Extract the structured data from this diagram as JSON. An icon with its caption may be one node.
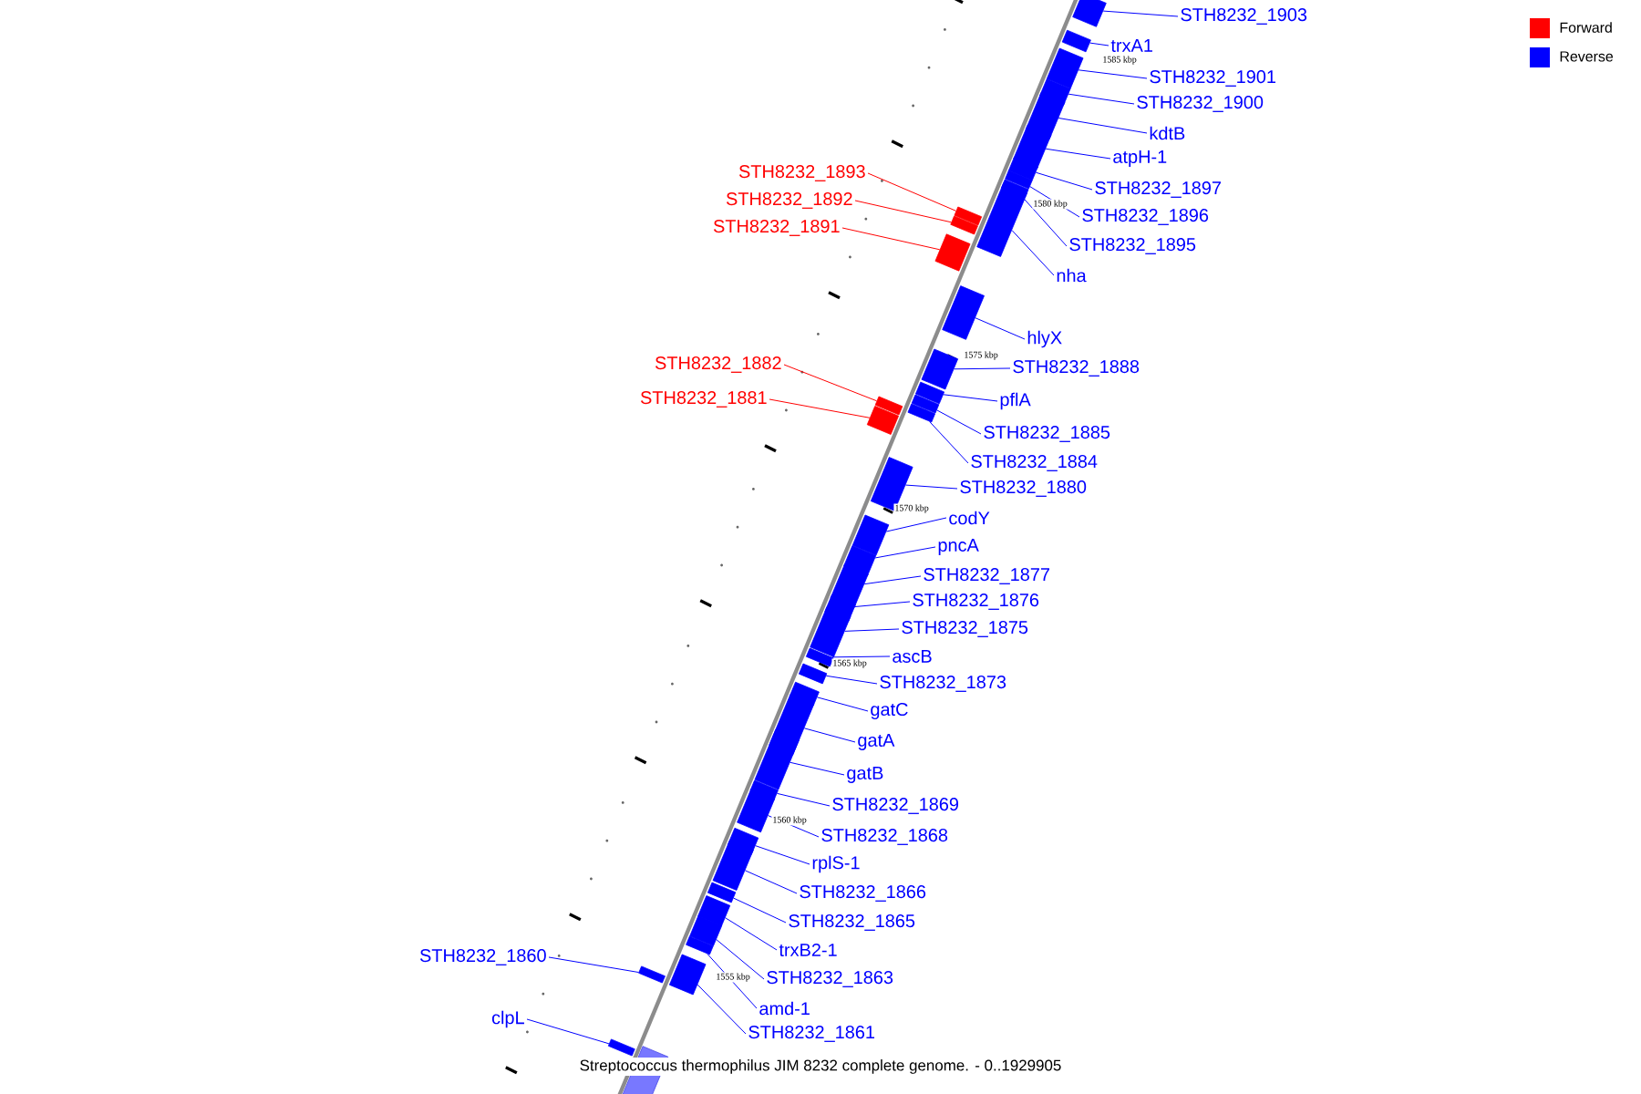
{
  "diagram": {
    "caption": "Streptococcus thermophilus JIM 8232 complete genome. - 0..1929905",
    "nodes": [
      {
        "text": [
          "STH8232_1903"
        ]
      },
      {
        "text": [],
        "shape": "box"
      },
      {
        "text": [
          "trxA1"
        ]
      },
      {
        "text": [],
        "shape": "box"
      },
      {
        "text": [
          "STH8232_1901"
        ]
      },
      {
        "text": [],
        "shape": "box"
      },
      {
        "text": [
          "STH8232_1900"
        ]
      },
      {
        "text": [],
        "shape": "box"
      },
      {
        "text": [
          "kdtB"
        ]
      },
      {
        "text": [],
        "shape": "box"
      },
      {
        "text": [
          "atpH-1"
        ]
      },
      {
        "text": [],
        "shape": "box"
      },
      {
        "text": [
          "STH8232_1897"
        ]
      },
      {
        "text": [],
        "shape": "box"
      },
      {
        "text": [
          "STH8232_1896"
        ]
      },
      {
        "text": [],
        "shape": "box"
      },
      {
        "text": [
          "STH8232_1895"
        ]
      },
      {
        "text": [],
        "shape": "box"
      },
      {
        "text": [
          "nha"
        ]
      },
      {
        "text": [],
        "shape": "box"
      },
      {
        "text": [
          "STH8232_1893"
        ]
      },
      {
        "text": [],
        "shape": "box"
      },
      {
        "text": [
          "STH8232_1892"
        ]
      },
      {
        "text": [],
        "shape": "box"
      },
      {
        "text": [
          "STH8232_1891"
        ]
      },
      {
        "text": [],
        "shape": "box"
      },
      {
        "text": [
          "hlyX"
        ]
      },
      {
        "text": [],
        "shape": "box"
      },
      {
        "text": [
          "STH8232_1888"
        ]
      },
      {
        "text": [],
        "shape": "box"
      },
      {
        "text": [
          "pflA"
        ]
      },
      {
        "text": [],
        "shape": "box"
      },
      {
        "text": [
          "STH8232_1885"
        ]
      },
      {
        "text": [],
        "shape": "box"
      },
      {
        "text": [
          "STH8232_1884"
        ]
      },
      {
        "text": [],
        "shape": "box"
      },
      {
        "text": [
          "STH8232_1882"
        ]
      },
      {
        "text": [],
        "shape": "box"
      },
      {
        "text": [
          "STH8232_1881"
        ]
      },
      {
        "text": [],
        "shape": "box"
      },
      {
        "text": [
          "STH8232_1880"
        ]
      },
      {
        "text": [],
        "shape": "box"
      },
      {
        "text": [
          "codY"
        ]
      },
      {
        "text": [],
        "shape": "box"
      },
      {
        "text": [
          "pncA"
        ]
      },
      {
        "text": [],
        "shape": "box"
      },
      {
        "text": [
          "STH8232_1877"
        ]
      },
      {
        "text": [],
        "shape": "box"
      },
      {
        "text": [
          "STH8232_1876"
        ]
      },
      {
        "text": [],
        "shape": "box"
      },
      {
        "text": [
          "STH8232_1875"
        ]
      },
      {
        "text": [],
        "shape": "box"
      },
      {
        "text": [
          "ascB"
        ]
      },
      {
        "text": [],
        "shape": "box"
      },
      {
        "text": [
          "STH8232_1873"
        ]
      },
      {
        "text": [],
        "shape": "box"
      },
      {
        "text": [
          "gatC"
        ]
      },
      {
        "text": [],
        "shape": "box"
      },
      {
        "text": [
          "gatA"
        ]
      },
      {
        "text": [],
        "shape": "box"
      },
      {
        "text": [
          "gatB"
        ]
      },
      {
        "text": [],
        "shape": "box"
      },
      {
        "text": [
          "STH8232_1869"
        ]
      },
      {
        "text": [],
        "shape": "box"
      },
      {
        "text": [
          "STH8232_1868"
        ]
      },
      {
        "text": [],
        "shape": "box"
      },
      {
        "text": [
          "rplS-1"
        ]
      },
      {
        "text": [],
        "shape": "box"
      },
      {
        "text": [
          "STH8232_1866"
        ]
      },
      {
        "text": [],
        "shape": "box"
      },
      {
        "text": [
          "STH8232_1865"
        ]
      },
      {
        "text": [],
        "shape": "box"
      },
      {
        "text": [
          "trxB2-1"
        ]
      },
      {
        "text": [],
        "shape": "box"
      },
      {
        "text": [
          "STH8232_1863"
        ]
      },
      {
        "text": [],
        "shape": "box"
      },
      {
        "text": [
          "amd-1"
        ]
      },
      {
        "text": [],
        "shape": "box"
      },
      {
        "text": [
          "STH8232_1861"
        ]
      },
      {
        "text": [],
        "shape": "box"
      },
      {
        "text": [
          "STH8232_1860"
        ]
      },
      {
        "text": [],
        "shape": "box"
      },
      {
        "text": [
          "clpL"
        ]
      },
      {
        "text": [],
        "shape": "box"
      }
    ],
    "edges": [
      {
        "from": 0,
        "to": 1,
        "arrow": "none"
      },
      {
        "from": 2,
        "to": 3,
        "arrow": "none"
      },
      {
        "from": 4,
        "to": 5,
        "arrow": "none"
      },
      {
        "from": 6,
        "to": 7,
        "arrow": "none"
      },
      {
        "from": 8,
        "to": 9,
        "arrow": "none"
      },
      {
        "from": 10,
        "to": 11,
        "arrow": "none"
      },
      {
        "from": 12,
        "to": 13,
        "arrow": "none"
      },
      {
        "from": 14,
        "to": 15,
        "arrow": "none"
      },
      {
        "from": 16,
        "to": 17,
        "arrow": "none"
      },
      {
        "from": 18,
        "to": 19,
        "arrow": "none"
      },
      {
        "from": 20,
        "to": 21,
        "arrow": "none",
        "color": "#ff0000"
      },
      {
        "from": 22,
        "to": 23,
        "arrow": "none",
        "color": "#ff0000"
      },
      {
        "from": 24,
        "to": 25,
        "arrow": "none",
        "color": "#ff0000"
      },
      {
        "from": 26,
        "to": 27,
        "arrow": "none"
      },
      {
        "from": 28,
        "to": 29,
        "arrow": "none"
      },
      {
        "from": 30,
        "to": 31,
        "arrow": "none"
      },
      {
        "from": 32,
        "to": 33,
        "arrow": "none"
      },
      {
        "from": 34,
        "to": 35,
        "arrow": "none"
      },
      {
        "from": 36,
        "to": 37,
        "arrow": "none",
        "color": "#ff0000"
      },
      {
        "from": 38,
        "to": 39,
        "arrow": "none",
        "color": "#ff0000"
      },
      {
        "from": 40,
        "to": 41,
        "arrow": "none"
      },
      {
        "from": 42,
        "to": 43,
        "arrow": "none"
      },
      {
        "from": 44,
        "to": 45,
        "arrow": "none"
      },
      {
        "from": 46,
        "to": 47,
        "arrow": "none"
      },
      {
        "from": 48,
        "to": 49,
        "arrow": "none"
      },
      {
        "from": 50,
        "to": 51,
        "arrow": "none"
      },
      {
        "from": 52,
        "to": 53,
        "arrow": "none"
      },
      {
        "from": 54,
        "to": 55,
        "arrow": "none"
      },
      {
        "from": 56,
        "to": 57,
        "arrow": "none"
      },
      {
        "from": 58,
        "to": 59,
        "arrow": "none"
      },
      {
        "from": 60,
        "to": 61,
        "arrow": "none"
      },
      {
        "from": 62,
        "to": 63,
        "arrow": "none"
      },
      {
        "from": 64,
        "to": 65,
        "arrow": "none"
      },
      {
        "from": 66,
        "to": 67,
        "arrow": "none"
      },
      {
        "from": 68,
        "to": 69,
        "arrow": "none"
      },
      {
        "from": 70,
        "to": 71,
        "arrow": "none"
      },
      {
        "from": 72,
        "to": 73,
        "arrow": "none"
      },
      {
        "from": 74,
        "to": 75,
        "arrow": "none"
      },
      {
        "from": 76,
        "to": 77,
        "arrow": "none"
      },
      {
        "from": 78,
        "to": 79,
        "arrow": "none"
      },
      {
        "from": 80,
        "to": 81,
        "arrow": "none"
      },
      {
        "from": 82,
        "to": 83,
        "arrow": "none"
      }
    ],
    "labels": [
      "1585 kbp",
      "1580 kbp",
      "1575 kbp",
      "1570 kbp",
      "1565 kbp",
      "1560 kbp",
      "1555 kbp"
    ],
    "legend": [
      {
        "text": "Forward",
        "color": "#ff0000"
      },
      {
        "text": "Reverse",
        "color": "#0000ff"
      }
    ]
  }
}
